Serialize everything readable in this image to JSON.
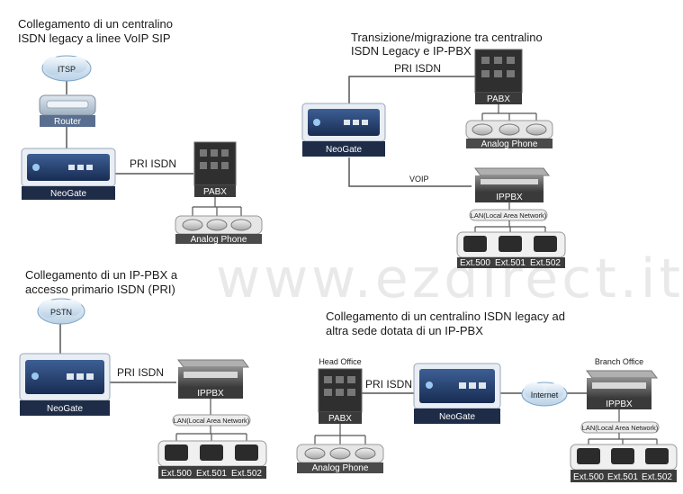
{
  "watermark": "www.ezdirect.it",
  "scenarios": [
    {
      "title_line1": "Collegamento di un centralino",
      "title_line2": "ISDN  legacy a linee VoIP SIP",
      "cloud": "ITSP",
      "router": "Router",
      "neogate": "NeoGate",
      "link": "PRI ISDN",
      "pabx": "PABX",
      "phones": "Analog Phone"
    },
    {
      "title_line1": "Transizione/migrazione tra centralino",
      "title_line2": "ISDN Legacy e IP-PBX",
      "neogate": "NeoGate",
      "link_pri": "PRI ISDN",
      "link_voip": "VOIP",
      "pabx": "PABX",
      "phones": "Analog Phone",
      "ippbx": "IPPBX",
      "lan": "LAN(Local Area Network)",
      "ext": [
        "Ext.500",
        "Ext.501",
        "Ext.502"
      ]
    },
    {
      "title_line1": "Collegamento di un IP-PBX a",
      "title_line2": "accesso primario ISDN (PRI)",
      "cloud": "PSTN",
      "neogate": "NeoGate",
      "link": "PRI ISDN",
      "ippbx": "IPPBX",
      "lan": "LAN(Local Area Network)",
      "ext": [
        "Ext.500",
        "Ext.501",
        "Ext.502"
      ]
    },
    {
      "title_line1": "Collegamento di un centralino ISDN legacy ad",
      "title_line2": "altra sede dotata di un IP-PBX",
      "head": "Head Office",
      "pabx": "PABX",
      "phones": "Analog Phone",
      "link": "PRI ISDN",
      "neogate": "NeoGate",
      "cloud": "Internet",
      "branch": "Branch Office",
      "ippbx": "IPPBX",
      "lan": "LAN(Local Area Network)",
      "ext": [
        "Ext.500",
        "Ext.501",
        "Ext.502"
      ]
    }
  ]
}
